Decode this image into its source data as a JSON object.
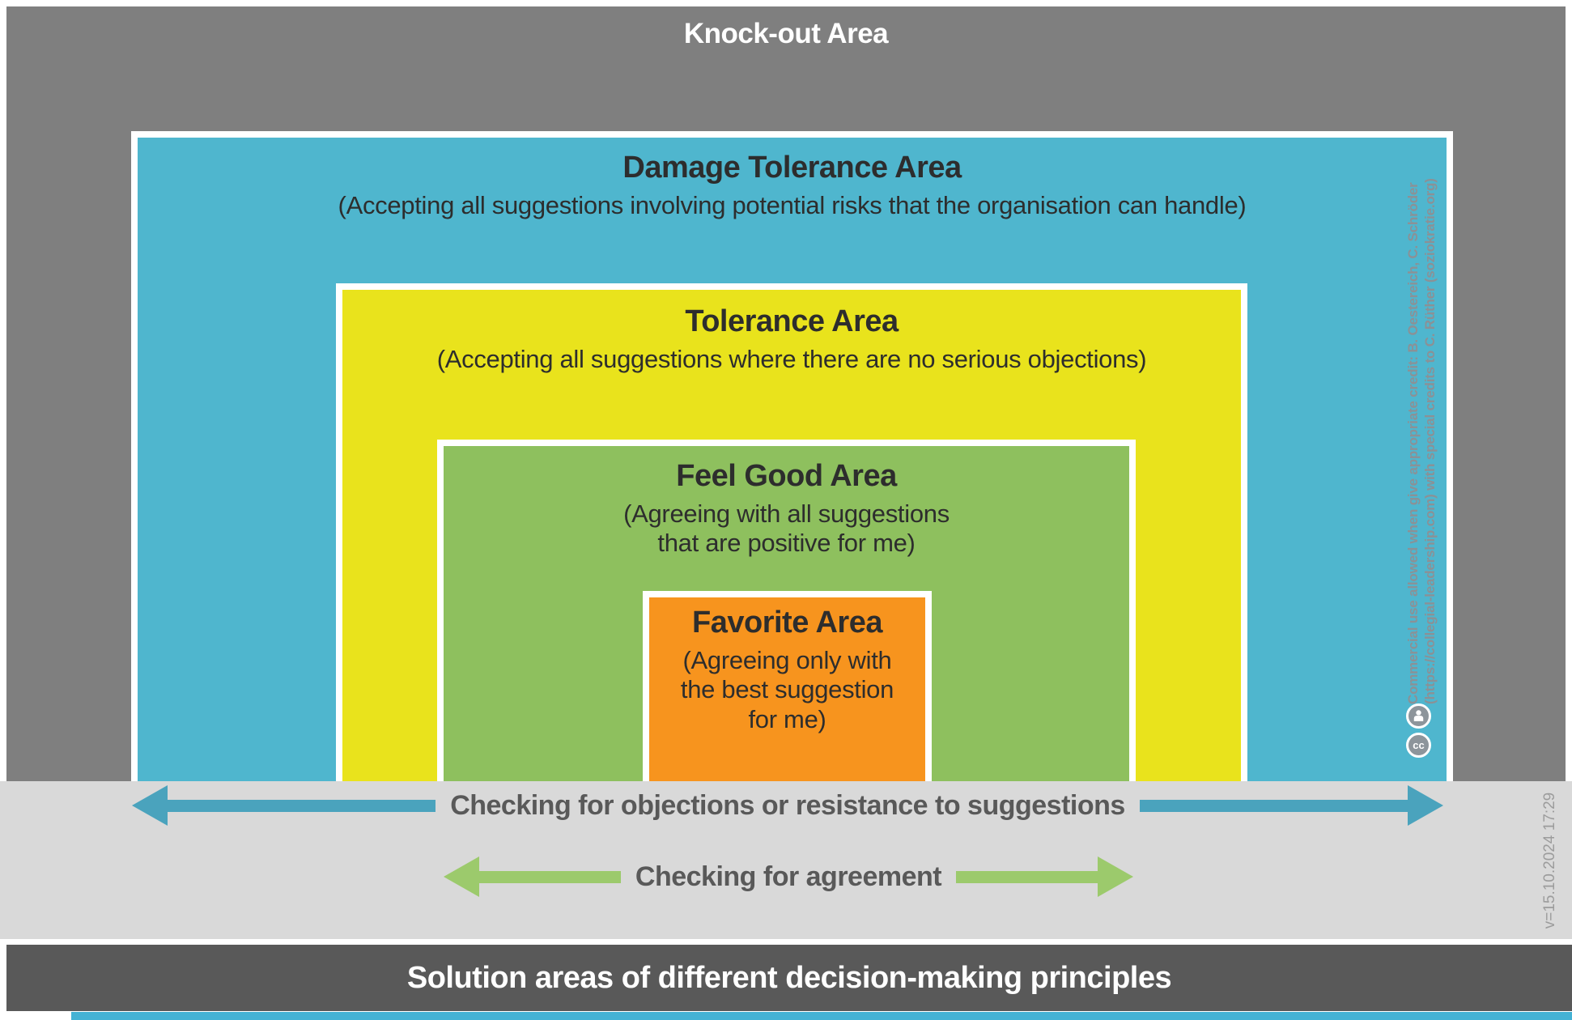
{
  "knockout": {
    "title": "Knock-out Area"
  },
  "areas": [
    {
      "title": "Damage Tolerance Area",
      "subtitle": "(Accepting all suggestions involving potential risks that the organisation can handle)",
      "color": "#4fb6ce"
    },
    {
      "title": "Tolerance Area",
      "subtitle": "(Accepting all suggestions where there are no serious objections)",
      "color": "#e9e31c"
    },
    {
      "title": "Feel Good Area",
      "subtitle_lines": [
        "(Agreeing with all suggestions",
        "that are positive for me)"
      ],
      "color": "#8ec05e"
    },
    {
      "title": "Favorite Area",
      "subtitle_lines": [
        "(Agreeing only with",
        "the best suggestion",
        "for me)"
      ],
      "color": "#f7941e"
    }
  ],
  "arrows": [
    {
      "label": "Checking for objections or resistance to suggestions",
      "color": "#4aa3bd"
    },
    {
      "label": "Checking for agreement",
      "color": "#9cca6c"
    }
  ],
  "footer": {
    "title": "Solution areas of different decision-making principles"
  },
  "credits": {
    "line1": "Commercial use allowed when give appropriate credit: B. Oestereich, C. Schröder",
    "line2": "(https://collegial-leadership.com) with special credits to C. Rüther (soziokratie.org)",
    "cc_label": "cc"
  },
  "version": "v=15.10.2024 17:29",
  "background_colors": {
    "knockout_gray": "#7f7f7f",
    "band_gray": "#d9d9d9",
    "footer_gray": "#595959"
  }
}
